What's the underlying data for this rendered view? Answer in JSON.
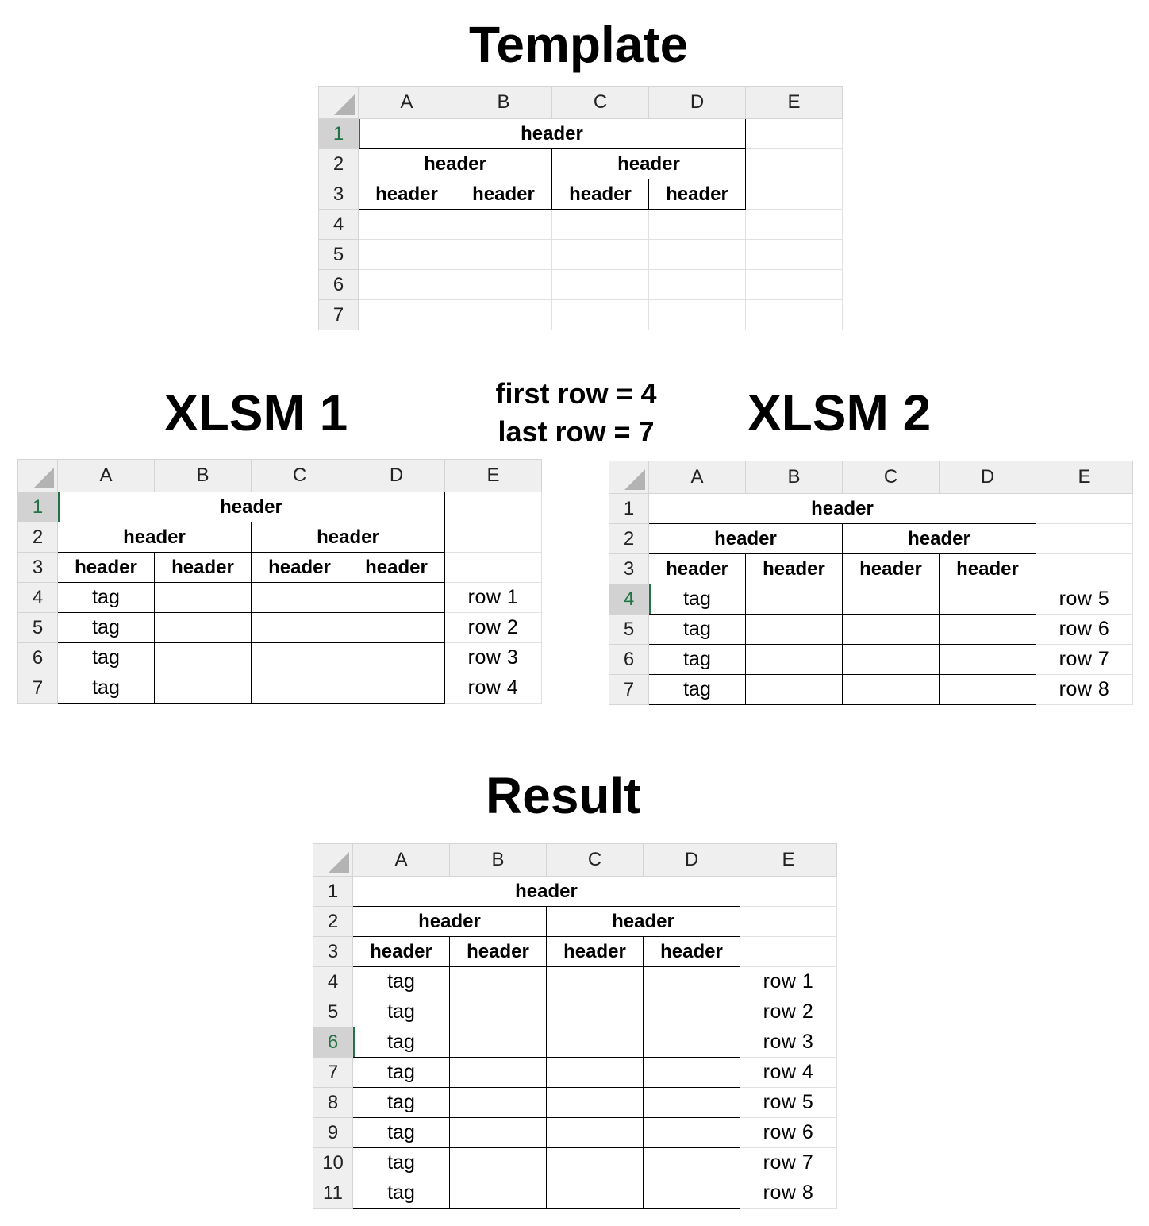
{
  "titles": {
    "template": "Template",
    "xlsm1": "XLSM 1",
    "xlsm2": "XLSM 2",
    "result": "Result"
  },
  "note": {
    "first_row": "first row = 4",
    "last_row": "last row = 7"
  },
  "column_headers": [
    "A",
    "B",
    "C",
    "D",
    "E"
  ],
  "header_text": "header",
  "tag_text": "tag",
  "template": {
    "row_numbers": [
      "1",
      "2",
      "3",
      "4",
      "5",
      "6",
      "7"
    ]
  },
  "xlsm1": {
    "row_numbers": [
      "1",
      "2",
      "3",
      "4",
      "5",
      "6",
      "7"
    ],
    "row_labels": [
      "row 1",
      "row 2",
      "row 3",
      "row 4"
    ]
  },
  "xlsm2": {
    "row_numbers": [
      "1",
      "2",
      "3",
      "4",
      "5",
      "6",
      "7"
    ],
    "row_labels": [
      "row 5",
      "row 6",
      "row 7",
      "row 8"
    ]
  },
  "result": {
    "row_numbers": [
      "1",
      "2",
      "3",
      "4",
      "5",
      "6",
      "7",
      "8",
      "9",
      "10",
      "11"
    ],
    "row_labels": [
      "row 1",
      "row 2",
      "row 3",
      "row 4",
      "row 5",
      "row 6",
      "row 7",
      "row 8"
    ]
  },
  "colors": {
    "header_fill": "#efefef",
    "active_header_fill": "#d2d2d2",
    "accent": "#217346",
    "gridline": "#e1e1e1"
  }
}
